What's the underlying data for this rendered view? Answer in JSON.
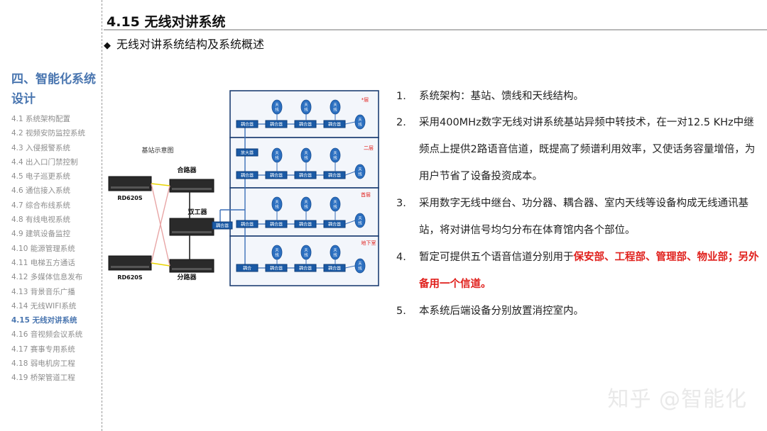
{
  "title": "4.15 无线对讲系统",
  "subtitle": "无线对讲系统结构及系统概述",
  "sidebar": {
    "heading_line1": "四、智能化系统",
    "heading_line2": "设计",
    "items": [
      {
        "label": "4.1 系统架构配置"
      },
      {
        "label": "4.2 视频安防监控系统"
      },
      {
        "label": "4.3 入侵报警系统"
      },
      {
        "label": "4.4 出入口门禁控制"
      },
      {
        "label": "4.5 电子巡更系统"
      },
      {
        "label": "4.6 通信接入系统"
      },
      {
        "label": "4.7 综合布线系统"
      },
      {
        "label": "4.8 有线电视系统"
      },
      {
        "label": "4.9 建筑设备监控"
      },
      {
        "label": "4.10 能源管理系统"
      },
      {
        "label": "4.11 电梯五方通话"
      },
      {
        "label": "4.12 多媒体信息发布"
      },
      {
        "label": "4.13 背景音乐广播"
      },
      {
        "label": "4.14 无线WIFI系统"
      },
      {
        "label": "4.15 无线对讲系统"
      },
      {
        "label": "4.16 音视频会议系统"
      },
      {
        "label": "4.17 赛事专用系统"
      },
      {
        "label": "4.18 弱电机房工程"
      },
      {
        "label": "4.19 桥架管道工程"
      }
    ],
    "active_index": 14
  },
  "diagram": {
    "station_label": "基站示意图",
    "rd_label": "RD620S",
    "combiner_label": "合路器",
    "duplexer_label": "双工器",
    "splitter_label": "分路器",
    "coupler_label": "耦合器",
    "amp_label": "放大器",
    "coupler_short": "耦合",
    "antenna_line1": "天",
    "antenna_line2": "线",
    "floors": [
      "*层",
      "二层",
      "首层",
      "地下室"
    ]
  },
  "points": [
    {
      "num": "1.",
      "text": "系统架构：基站、馈线和天线结构。"
    },
    {
      "num": "2.",
      "text": "采用400MHz数字无线对讲系统基站异频中转技术，在一对12.5 KHz中继频点上提供2路语音信道，既提高了频谱利用效率，又使话务容量增倍，为用户节省了设备投资成本。"
    },
    {
      "num": "3.",
      "text": "采用数字无线中继台、功分器、耦合器、室内天线等设备构成无线通讯基站，将对讲信号均匀分布在体育馆内各个部位。"
    },
    {
      "num": "4.",
      "text": "暂定可提供五个语音信道分别用于",
      "highlight": "保安部、工程部、管理部、物业部；另外备用一个信道。"
    },
    {
      "num": "5.",
      "text": "本系统后端设备分别放置消控室内。"
    }
  ],
  "watermark": "知乎 @智能化",
  "colors": {
    "accent": "#4a76b0",
    "highlight": "#e0201c",
    "node_blue": "#1a5aa6",
    "antenna_blue": "#2b6fc0"
  }
}
